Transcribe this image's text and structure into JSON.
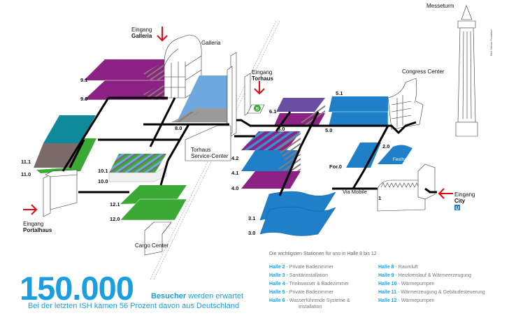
{
  "map": {
    "buildings": {
      "messeturm": "Messeturm",
      "galleria": "Galleria",
      "congress_center": "Congress Center",
      "torhaus_line1": "Torhaus",
      "torhaus_line2": "Service-Center",
      "cargo_center": "Cargo Center",
      "festhalle": "Festhalle",
      "via_mobile": "Via Mobile"
    },
    "entrances": {
      "galleria": {
        "prefix": "Eingang",
        "name": "Galleria"
      },
      "torhaus": {
        "prefix": "Eingang",
        "name": "Torhaus"
      },
      "portalhaus": {
        "prefix": "Eingang",
        "name": "Portalhaus"
      },
      "city": {
        "prefix": "Eingang",
        "name": "City"
      }
    },
    "transit": {
      "s_bahn": "S",
      "u_bahn": "U"
    },
    "halls": [
      "9.1",
      "9.0",
      "8.0",
      "11.1",
      "11.0",
      "10.1",
      "10.0",
      "12.1",
      "12.0",
      "6.1",
      "6.0",
      "5.1",
      "5.0",
      "4.2",
      "4.1",
      "4.0",
      "3.1",
      "3.0",
      "2.0",
      "For.0",
      "1"
    ],
    "credit": "Bild: Messe Frankfurt",
    "colors": {
      "purple": "#8b2284",
      "violet": "#6a4ea0",
      "blue": "#1f7fc8",
      "lightblue": "#6fa8dc",
      "teal": "#0e8a9a",
      "brown": "#7a6a6a",
      "green": "#3aaa35",
      "gray": "#9a9a9a",
      "accent": "#1a9ee0",
      "arrow": "#e30613"
    }
  },
  "stats": {
    "number": "150.000",
    "side_bold": "Besucher",
    "side_rest": " werden erwartet",
    "subline": "Bei der letzten ISH kamen 56 Prozent davon aus Deutschland"
  },
  "legend": {
    "title": "Die wichtigsten Stationen für uns in Halle 8 bis 12",
    "left": [
      {
        "hall": "Halle 2",
        "desc": " - Private Badezimmer"
      },
      {
        "hall": "Halle 3",
        "desc": " - Sanitärinstallation"
      },
      {
        "hall": "Halle 4",
        "desc": " - Trinkwasser & Badezimmer"
      },
      {
        "hall": "Halle 5",
        "desc": " - Private Badezimmer"
      },
      {
        "hall": "Halle 6",
        "desc": " - Wasserführende Systeme &",
        "cont": "Installation"
      }
    ],
    "right": [
      {
        "hall": "Halle 8",
        "desc": " - Raumluft"
      },
      {
        "hall": "Halle 9",
        "desc": " - Heizkreislauf & Wärmeerzeugung"
      },
      {
        "hall": "Halle 10",
        "desc": " - Wärmepumpen"
      },
      {
        "hall": "Halle 11",
        "desc": " - Wärmerzeugung & Gebäudesteuerung"
      },
      {
        "hall": "Halle 12",
        "desc": " - Wärmepumpen"
      }
    ]
  }
}
